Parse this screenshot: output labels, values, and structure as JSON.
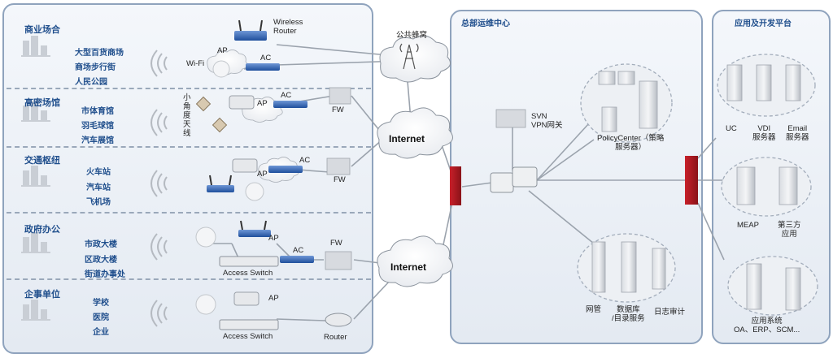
{
  "left_panel": {
    "sections": [
      {
        "title": "商业场合",
        "items": [
          "大型百货商场",
          "商场步行街",
          "人民公园"
        ]
      },
      {
        "title": "高密场馆",
        "items": [
          "市体育馆",
          "羽毛球馆",
          "汽车展馆"
        ]
      },
      {
        "title": "交通枢纽",
        "items": [
          "火车站",
          "汽车站",
          "飞机场"
        ]
      },
      {
        "title": "政府办公",
        "items": [
          "市政大楼",
          "区政大楼",
          "街道办事处"
        ]
      },
      {
        "title": "企事单位",
        "items": [
          "学校",
          "医院",
          "企业"
        ]
      }
    ],
    "labels": {
      "wireless_router": "Wireless\nRouter",
      "wifi": "Wi-Fi",
      "ap": "AP",
      "ac": "AC",
      "fw": "FW",
      "small_angle_antenna": "小\n角\n度\n天\n线",
      "access_switch": "Access Switch",
      "router": "Router"
    }
  },
  "cloud_labels": {
    "public_cellular": "公共蜂窝",
    "internet": "Internet"
  },
  "hq_panel": {
    "title": "总部运维中心",
    "svn": "SVN\nVPN网关",
    "policy_center": "PolicyCenter（策略\n服务器）",
    "netmgmt": "网管",
    "database": "数据库\n/目录服务",
    "log_audit": "日志审计"
  },
  "app_panel": {
    "title": "应用及开发平台",
    "uc": "UC",
    "vdi": "VDI\n服务器",
    "email": "Email\n服务器",
    "meap": "MEAP",
    "third_party": "第三方\n应用",
    "app_system": "应用系统\nOA、ERP、SCM..."
  }
}
